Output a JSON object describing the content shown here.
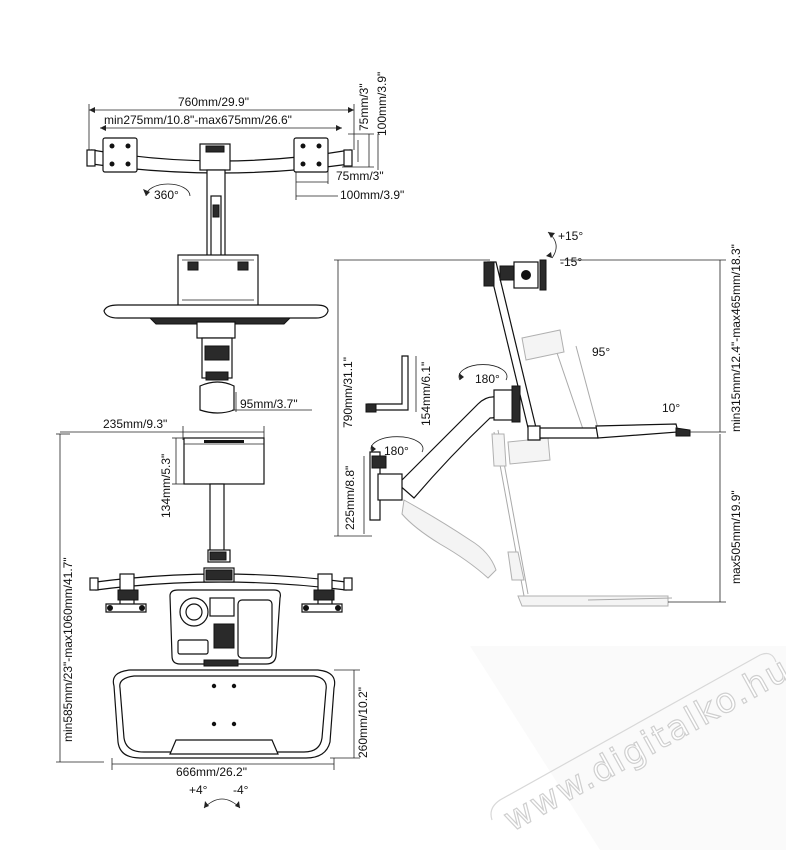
{
  "top_view": {
    "width_total": "760mm/29.9\"",
    "vesa_range": "min275mm/10.8\"-max675mm/26.6\"",
    "vesa_75_v": "75mm/3\"",
    "vesa_100_v": "100mm/3.9\"",
    "vesa_75_h": "75mm/3\"",
    "vesa_100_h": "100mm/3.9\"",
    "rotation": "360°",
    "clamp_depth": "95mm/3.7\""
  },
  "front_view": {
    "tray_width": "235mm/9.3\"",
    "tray_height": "134mm/5.3\"",
    "height_range": "min585mm/23\"-max1060mm/41.7\"",
    "keyboard_depth": "260mm/10.2\"",
    "keyboard_width": "666mm/26.2\"",
    "tilt_plus": "+4°",
    "tilt_minus": "-4°"
  },
  "side_view": {
    "tilt_plus": "+15°",
    "tilt_minus": "-15°",
    "height_total": "790mm/31.1\"",
    "rotation_arm": "180°",
    "rotation_base": "180°",
    "bracket_height": "154mm/6.1\"",
    "base_height": "225mm/8.8\"",
    "angle_95": "95°",
    "angle_10": "10°",
    "range_upper": "min315mm/12.4\"-max465mm/18.3\"",
    "range_lower": "max505mm/19.9\""
  },
  "watermark": "www.digitalko.hu"
}
